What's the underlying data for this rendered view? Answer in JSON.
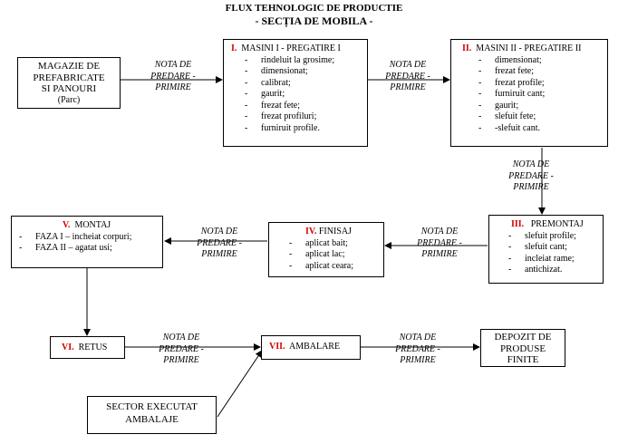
{
  "title": {
    "line1": "FLUX TEHNOLOGIC DE PRODUCTIE",
    "line2": "- SECȚIA DE MOBILA -"
  },
  "nota_label": [
    "NOTA DE",
    "PREDARE -",
    "PRIMIRE"
  ],
  "magazie": {
    "lines": [
      "MAGAZIE DE",
      "PREFABRICATE",
      "SI PANOURI",
      "(Parc)"
    ]
  },
  "stage1": {
    "num": "I.",
    "title": "MASINI  I  - PREGATIRE I",
    "items": [
      "rindeluit la grosime;",
      "dimensionat;",
      "calibrat;",
      "gaurit;",
      "frezat fete;",
      "frezat profiluri;",
      "furniruit profile."
    ]
  },
  "stage2": {
    "num": "II.",
    "title": "MASINI  II  - PREGATIRE II",
    "items": [
      "dimensionat;",
      "frezat fete;",
      "frezat profile;",
      "furniruit cant;",
      "gaurit;",
      "slefuit fete;",
      "-slefuit cant."
    ]
  },
  "stage3": {
    "num": "III.",
    "title": "PREMONTAJ",
    "items": [
      "slefuit profile;",
      "slefuit cant;",
      "incleiat rame;",
      "antichizat."
    ]
  },
  "stage4": {
    "num": "IV.",
    "title": "FINISAJ",
    "items": [
      "aplicat bait;",
      "aplicat lac;",
      "aplicat ceara;"
    ]
  },
  "stage5": {
    "num": "V.",
    "title": "MONTAJ",
    "items": [
      "FAZA I  – incheiat corpuri;",
      "FAZA II – agatat usi;"
    ]
  },
  "stage6": {
    "num": "VI.",
    "title": "RETUS"
  },
  "stage7": {
    "num": "VII.",
    "title": "AMBALARE"
  },
  "depozit": {
    "lines": [
      "DEPOZIT DE",
      "PRODUSE",
      "FINITE"
    ]
  },
  "sector": {
    "lines": [
      "SECTOR EXECUTAT",
      "AMBALAJE"
    ]
  },
  "colors": {
    "stage_number": "#d40000",
    "line": "#000000"
  }
}
